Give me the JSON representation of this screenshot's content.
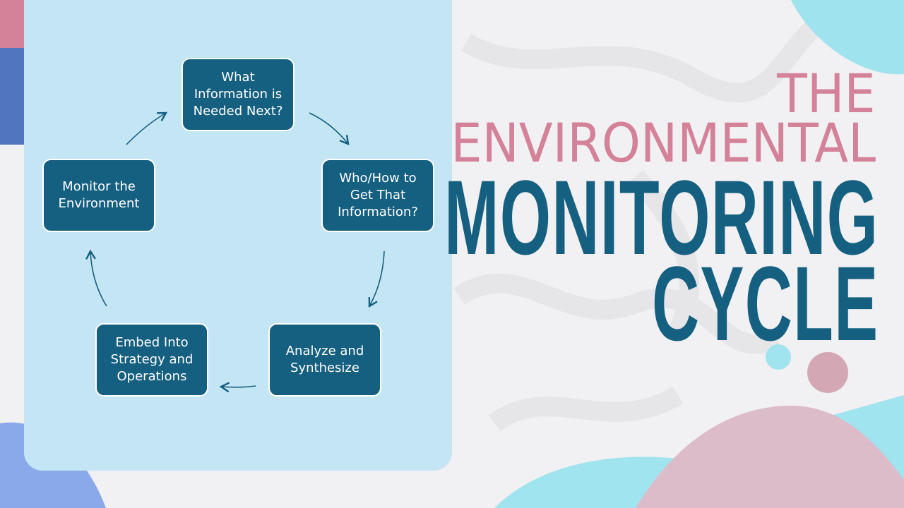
{
  "title": {
    "line1": "THE",
    "line2": "ENVIRONMENTAL",
    "line3": "MONITORING",
    "line4": "CYCLE"
  },
  "cycle_steps": [
    "What Information is Needed Next?",
    "Who/How to Get That Information?",
    "Analyze and Synthesize",
    "Embed Into Strategy and Operations",
    "Monitor the Environment"
  ],
  "colors": {
    "panel": "#c3e5f4",
    "box": "#155f80",
    "accent_pink": "#d4819a",
    "accent_cyan": "#9fe3ee"
  }
}
